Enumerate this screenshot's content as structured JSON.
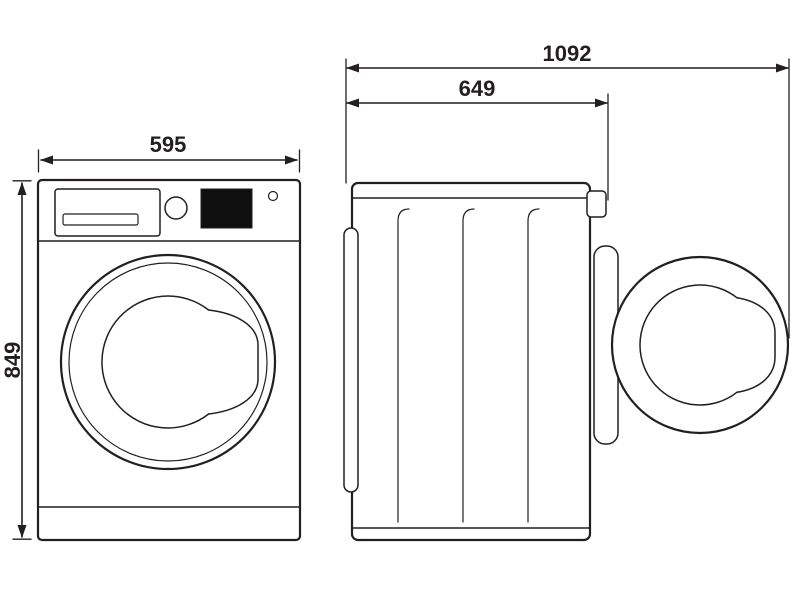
{
  "diagram": {
    "subject": "washing-machine-dimension-drawing",
    "dimensions": {
      "width": "595",
      "height": "849",
      "depth": "649",
      "depth_door_open": "1092"
    },
    "colors": {
      "line": "#231f20",
      "background": "#ffffff",
      "display_fill": "#0f0f0f"
    }
  }
}
